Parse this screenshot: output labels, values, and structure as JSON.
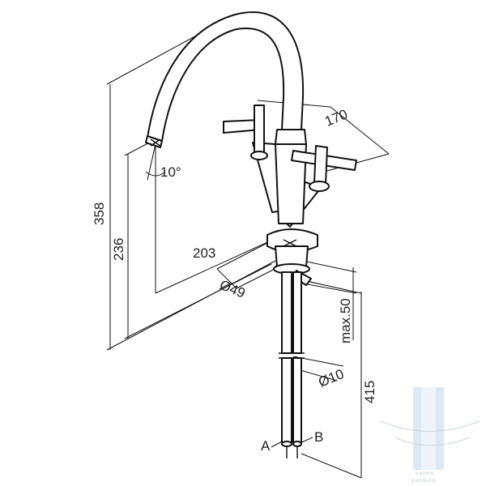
{
  "drawing": {
    "dimensions": {
      "overall_height": "358",
      "spout_outlet_height": "236",
      "reach": "203",
      "base_diameter": "Ø49",
      "handle_span": "170",
      "counter_thickness": "max.50",
      "hose_length": "415",
      "hose_diameter": "Ø10",
      "swivel_angle": "10°"
    },
    "connection_labels": {
      "hose_a": "A",
      "hose_b": "B"
    },
    "watermark": {
      "lines": [
        "vennu",
        "pasaule"
      ]
    },
    "colors": {
      "line": "#111111",
      "fill": "#ffffff",
      "watermark": "#c4d6e6"
    }
  }
}
